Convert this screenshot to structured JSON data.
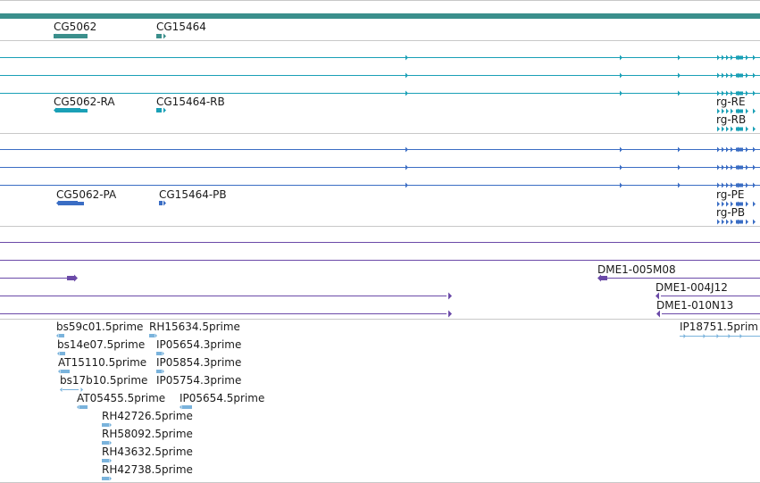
{
  "colors": {
    "gene": "#3b8f8c",
    "transcript_r": "#1aa0b6",
    "transcript_p": "#3a6dc4",
    "clone": "#6b4aa8",
    "est": "#7ab3dc",
    "separator": "#c8c8c8"
  },
  "tracks": {
    "genes": {
      "items": [
        {
          "id": "g1",
          "label": "CG5062"
        },
        {
          "id": "g2",
          "label": "CG15464"
        }
      ]
    },
    "transcripts_r": {
      "items": [
        {
          "id": "r1",
          "label": "CG5062-RA"
        },
        {
          "id": "r2",
          "label": "CG15464-RB"
        },
        {
          "id": "r3",
          "label": "rg-RE"
        },
        {
          "id": "r4",
          "label": "rg-RB"
        }
      ]
    },
    "transcripts_p": {
      "items": [
        {
          "id": "p1",
          "label": "CG5062-PA"
        },
        {
          "id": "p2",
          "label": "CG15464-PB"
        },
        {
          "id": "p3",
          "label": "rg-PE"
        },
        {
          "id": "p4",
          "label": "rg-PB"
        }
      ]
    },
    "clones": {
      "items": [
        {
          "id": "c1",
          "label": "DME1-005M08"
        },
        {
          "id": "c2",
          "label": "DME1-004J12"
        },
        {
          "id": "c3",
          "label": "DME1-010N13"
        }
      ]
    },
    "ests": {
      "items": [
        {
          "id": "e1",
          "label": "bs59c01.5prime"
        },
        {
          "id": "e2",
          "label": "RH15634.5prime"
        },
        {
          "id": "e3",
          "label": "bs14e07.5prime"
        },
        {
          "id": "e4",
          "label": "IP05654.3prime"
        },
        {
          "id": "e5",
          "label": "AT15110.5prime"
        },
        {
          "id": "e6",
          "label": "IP05854.3prime"
        },
        {
          "id": "e7",
          "label": "bs17b10.5prime"
        },
        {
          "id": "e8",
          "label": "IP05754.3prime"
        },
        {
          "id": "e9",
          "label": "AT05455.5prime"
        },
        {
          "id": "e10",
          "label": "IP05654.5prime"
        },
        {
          "id": "e11",
          "label": "RH42726.5prime"
        },
        {
          "id": "e12",
          "label": "RH58092.5prime"
        },
        {
          "id": "e13",
          "label": "RH43632.5prime"
        },
        {
          "id": "e14",
          "label": "RH42738.5prime"
        },
        {
          "id": "e15",
          "label": "IP18751.5prim"
        }
      ]
    }
  }
}
